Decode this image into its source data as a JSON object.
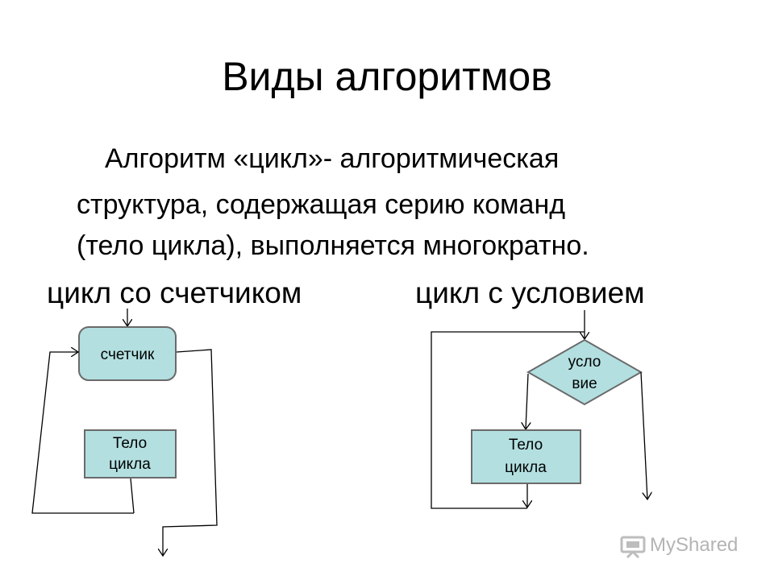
{
  "slide": {
    "title": "Виды алгоритмов",
    "definition_lines": [
      "Алгоритм «цикл»- алгоритмическая",
      "структура, содержащая серию команд",
      "(тело цикла), выполняется многократно."
    ],
    "left_label": "цикл со счетчиком",
    "right_label": "цикл с условием"
  },
  "diagram_left": {
    "counter_box": "счетчик",
    "body_box": [
      "Тело",
      "цикла"
    ]
  },
  "diagram_right": {
    "condition": [
      "усло",
      "вие"
    ],
    "body_box": [
      "Тело",
      "цикла"
    ]
  },
  "watermark": {
    "text": "MyShared",
    "icon": "projector-icon"
  },
  "colors": {
    "box_fill": "#b3dfe0",
    "box_stroke": "#6a6a6a",
    "line": "#000000"
  }
}
